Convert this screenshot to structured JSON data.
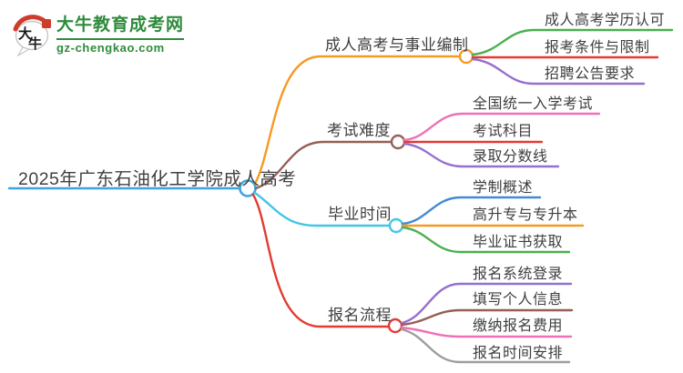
{
  "logo": {
    "site_name": "大牛教育成考网",
    "site_url": "gz-chengkao.com",
    "icon_char1": "大",
    "icon_char2": "牛",
    "brand_green": "#2E8B3C",
    "seal_red": "#CE3C2C"
  },
  "root": {
    "label": "2025年广东石油化工学院成人高考",
    "color": "#3EA4DC"
  },
  "branches": [
    {
      "label": "成人高考与事业编制",
      "color": "#F59A23",
      "children": [
        {
          "label": "成人高考学历认可",
          "color": "#4CAF50"
        },
        {
          "label": "报考条件与限制",
          "color": "#E23B33"
        },
        {
          "label": "招聘公告要求",
          "color": "#9570CE"
        }
      ]
    },
    {
      "label": "考试难度",
      "color": "#955F55",
      "children": [
        {
          "label": "全国统一入学考试",
          "color": "#F070B8"
        },
        {
          "label": "考试科目",
          "color": "#E23B33"
        },
        {
          "label": "录取分数线",
          "color": "#9570CE"
        }
      ]
    },
    {
      "label": "毕业时间",
      "color": "#42C6E6",
      "children": [
        {
          "label": "学制概述",
          "color": "#4489D6"
        },
        {
          "label": "高升专与专升本",
          "color": "#F59A23"
        },
        {
          "label": "毕业证书获取",
          "color": "#4CAF50"
        }
      ]
    },
    {
      "label": "报名流程",
      "color": "#E23B33",
      "children": [
        {
          "label": "报名系统登录",
          "color": "#9570CE"
        },
        {
          "label": "填写个人信息",
          "color": "#955F55"
        },
        {
          "label": "缴纳报名费用",
          "color": "#F070B8"
        },
        {
          "label": "报名时间安排",
          "color": "#9E9E9E"
        }
      ]
    }
  ]
}
